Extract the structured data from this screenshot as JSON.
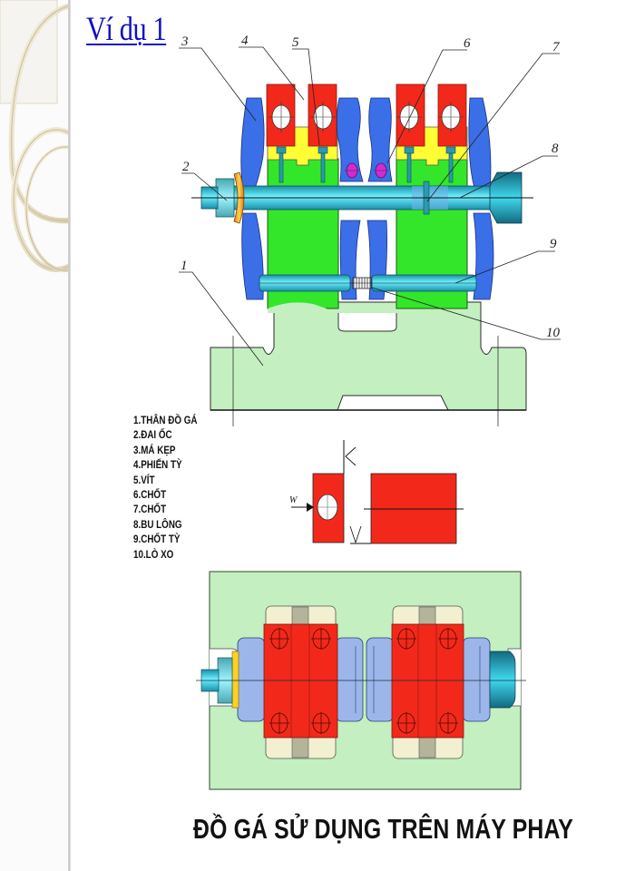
{
  "slide": {
    "title": "Ví dụ 1",
    "caption": "ĐỒ GÁ SỬ DỤNG TRÊN MÁY PHAY"
  },
  "legend": {
    "items": [
      "1.THÂN ĐỒ GÁ",
      "2.ĐAI ỐC",
      "3.MÁ KẸP",
      "4.PHIẾN TỲ",
      "5.VÍT",
      "6.CHỐT",
      "7.CHỐT",
      "8.BU LÔNG",
      "9.CHỐT TỲ",
      "10.LÒ XO"
    ]
  },
  "diagram": {
    "callouts": [
      "1",
      "2",
      "3",
      "4",
      "5",
      "6",
      "7",
      "8",
      "9",
      "10"
    ],
    "schematic": {
      "force_label": "W"
    },
    "colors": {
      "body_light_green": "#c4efc0",
      "insert_green": "#33e62a",
      "clamp_blue": "#3a6fe8",
      "workpiece_red": "#f2291a",
      "support_yellow": "#ffff33",
      "pin_magenta": "#d42ad0",
      "shaft_cyan": "#2fc4da",
      "washer_orange": "#f0a020",
      "plan_clamp_lightblue": "#9cb6ea",
      "plan_block_cream": "#f2f0d0",
      "title_blue": "#1010c0"
    }
  }
}
